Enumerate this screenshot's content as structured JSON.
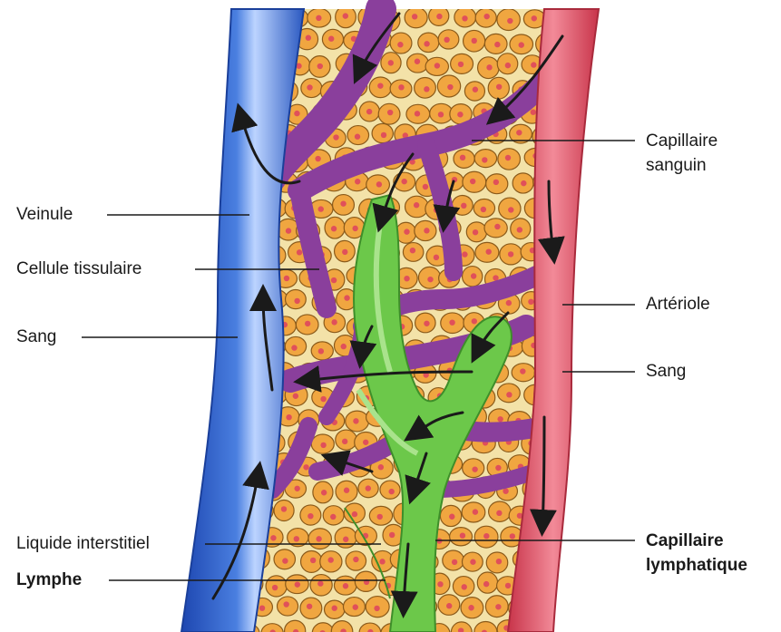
{
  "labels": {
    "veinule": "Veinule",
    "cellule_tissulaire": "Cellule tissulaire",
    "sang_left": "Sang",
    "liquide_interstitiel": "Liquide interstitiel",
    "lymphe": "Lymphe",
    "capillaire_sanguin_1": "Capillaire",
    "capillaire_sanguin_2": "sanguin",
    "arteriole": "Artériole",
    "sang_right": "Sang",
    "capillaire_lymphatique_1": "Capillaire",
    "capillaire_lymphatique_2": "lymphatique"
  },
  "colors": {
    "vein": "#2f5fc4",
    "artery": "#d9455a",
    "capillary": "#8a3f9c",
    "lymph": "#6cc84a",
    "tissue_bg": "#f3e2a8",
    "cell_fill": "#f0a640",
    "nucleus": "#e0505a",
    "arrow": "#1a1a1a"
  }
}
